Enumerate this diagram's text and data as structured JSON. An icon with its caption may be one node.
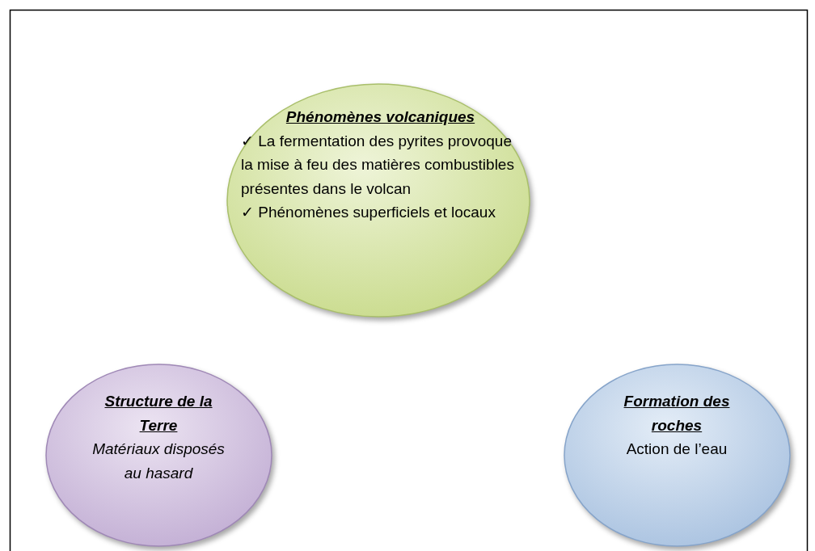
{
  "diagram": {
    "nodes": [
      {
        "text": [
          "Phénomènes volcaniques",
          "✓ La fermentation des pyrites provoque la mise à feu des matières combustibles présentes dans le volcan",
          "✓ Phénomènes superficiels et locaux"
        ]
      },
      {
        "text": [
          "Structure de la Terre",
          "Matériaux disposés au hasard"
        ]
      },
      {
        "text": [
          "Formation des roches",
          "Action de l’eau"
        ]
      }
    ]
  }
}
